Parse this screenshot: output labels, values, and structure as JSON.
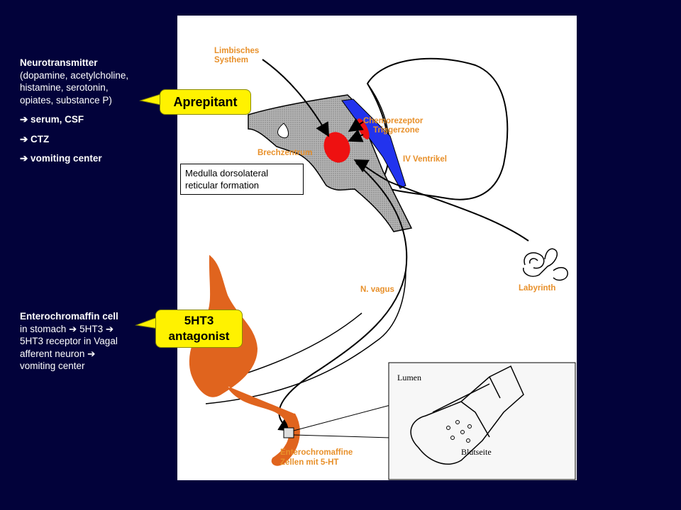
{
  "left_top": {
    "heading": "Neurotransmitter",
    "detail_lines": [
      "(dopamine, acetylcholine,",
      "histamine, serotonin,",
      "opiates, substance P)"
    ],
    "arrows": [
      "➔ serum, CSF",
      "➔ CTZ",
      "➔ vomiting center"
    ]
  },
  "left_bottom": {
    "heading": "Enterochromaffin cell",
    "lines": [
      "in stomach ➔ 5HT3 ➔",
      "5HT3 receptor in Vagal",
      "afferent neuron ➔",
      "vomiting center"
    ]
  },
  "callouts": {
    "aprepitant": "Aprepitant",
    "antagonist_line1": "5HT3",
    "antagonist_line2": "antagonist"
  },
  "medulla_box": {
    "line1": "Medulla dorsolateral",
    "line2": "reticular formation"
  },
  "diagram_labels": {
    "limbic1": "Limbisches",
    "limbic2": "Systhem",
    "chemo1": "Chemorezeptor",
    "chemo2": "Triggerzone",
    "brech": "Brechzentrum",
    "ventrikel": "IV Ventrikel",
    "labyrinth": "Labyrinth",
    "vagus": "N. vagus",
    "entero1": "Enterochromaffine",
    "entero2": "Zellen mit 5-HT",
    "lumen": "Lumen",
    "blutseite": "Blutseite"
  },
  "colors": {
    "background": "#02023a",
    "callout": "#fff200",
    "stomach": "#e0641e",
    "ctz_blue": "#2233ee",
    "vomiting_center_red": "#ee1111",
    "label_orange": "#e8902a"
  }
}
